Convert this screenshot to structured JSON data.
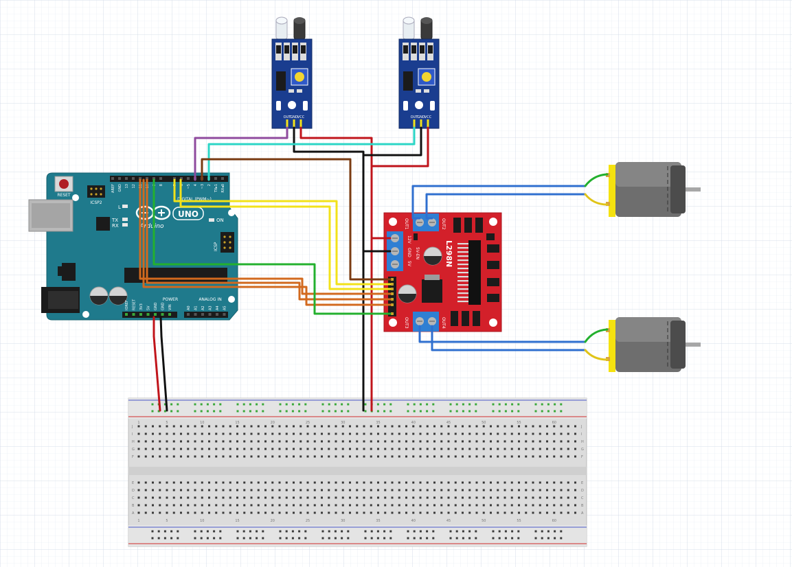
{
  "sensors": [
    {
      "pins": [
        "OUT",
        "GND",
        "VCC"
      ]
    },
    {
      "pins": [
        "OUT",
        "GND",
        "VCC"
      ]
    }
  ],
  "arduino": {
    "reset_label": "RESET",
    "icsp2_label": "ICSP2",
    "brand": "Arduino",
    "model": "UNO",
    "on_label": "ON",
    "l_label": "L",
    "tx_label": "TX",
    "rx_label": "RX",
    "icsp_label": "ICSP",
    "digital_label": "DIGITAL (PWM~)",
    "power_label": "POWER",
    "analog_label": "ANALOG IN",
    "top_pins": [
      "AREF",
      "GND",
      "13",
      "12",
      "~11",
      "~10",
      "~9",
      "8",
      "7",
      "~6",
      "~5",
      "4",
      "~3",
      "2",
      "TX▸1",
      "RX◂0"
    ],
    "power_pins": [
      "IOREF",
      "RESET",
      "3V3",
      "5V",
      "GND",
      "GND",
      "VIN"
    ],
    "analog_pins": [
      "A0",
      "A1",
      "A2",
      "A3",
      "A4",
      "A5"
    ]
  },
  "driver": {
    "chip": "L298N",
    "out1": "OUT1",
    "out2": "OUT2",
    "out3": "OUT3",
    "out4": "OUT4",
    "pwr_labels": [
      "12V",
      "GND",
      "5V"
    ],
    "en_label": "5V-EN"
  },
  "breadboard": {
    "col_numbers": [
      "1",
      "5",
      "10",
      "15",
      "20",
      "25",
      "30",
      "35",
      "40",
      "45",
      "50",
      "55",
      "60"
    ],
    "row_letters_top": [
      "J",
      "I",
      "H",
      "G",
      "F"
    ],
    "row_letters_bottom": [
      "E",
      "D",
      "C",
      "B",
      "A"
    ]
  },
  "colors": {
    "arduino_board": "#1f7a8c",
    "driver_board": "#d3202a",
    "sensor_board": "#1a3d8f",
    "wire_red": "#c0141b",
    "wire_black": "#111111",
    "wire_yellow": "#f2e21a",
    "wire_orange": "#d2691e",
    "wire_green": "#23b02e",
    "wire_blue": "#2f6fcf",
    "wire_brown": "#7a3b12",
    "wire_purple": "#8e4a9e",
    "wire_cyan": "#2cd6c6"
  }
}
